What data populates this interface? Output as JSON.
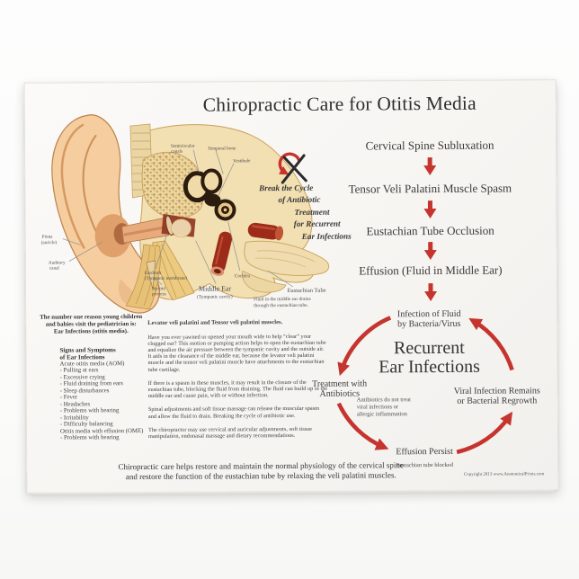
{
  "title": "Chiropractic Care for Otitis Media",
  "ear_diagram": {
    "labels": {
      "semicircular_canals": [
        "Semicircular",
        "canals"
      ],
      "temporal_bone": "Temporal bone",
      "vestibule": "Vestibule",
      "pinna": [
        "Pinna",
        "(auricle)"
      ],
      "auditory_canal": [
        "Auditory",
        "canal"
      ],
      "eardrum": [
        "Eardrum",
        "(Tympanic membrane)"
      ],
      "styloid_process": [
        "Styloid",
        "process"
      ],
      "middle_ear": "Middle Ear",
      "middle_ear_sub": "(Tympanic cavity)",
      "cochlea": "Cochlea",
      "eustachian_tube": "Eustachian Tube",
      "eustachian_note": [
        "Fluid in the middle ear drains",
        "through the eustachian tube."
      ]
    }
  },
  "break_cycle": {
    "lines": [
      "Break the Cycle",
      "of Antibiotic",
      "Treatment",
      "for Recurrent",
      "Ear Infections"
    ]
  },
  "flowchart": {
    "steps": [
      "Cervical Spine Subluxation",
      "Tensor Veli Palatini Muscle Spasm",
      "Eustachian Tube Occlusion",
      "Effusion (Fluid in Middle Ear)"
    ]
  },
  "cycle": {
    "top": [
      "Infection of Fluid",
      "by Bacteria/Virus"
    ],
    "center": [
      "Recurrent",
      "Ear Infections"
    ],
    "left": [
      "Treatment with",
      "Antibiotics"
    ],
    "left_note": [
      "Antibiotics do not treat",
      "viral infections or",
      "allergic inflammation"
    ],
    "right": [
      "Viral Infection Remains",
      "or Bacterial Regrowth"
    ],
    "bottom": "Effusion Persist",
    "bottom_note": "Eustachian tube blocked"
  },
  "left_column": {
    "intro": [
      "The number one reason young children",
      "and babies visit the pediatrician is:",
      "Ear Infections (otitis media)."
    ],
    "heading": [
      "Signs and Symptoms",
      "of Ear Infections"
    ],
    "items": [
      "Acute otitis media (AOM)",
      "- Pulling at ears",
      "- Excessive crying",
      "- Fluid draining from ears",
      "- Sleep disturbances",
      "- Fever",
      "- Headaches",
      "- Problems with hearing",
      "- Irritability",
      "- Difficulty balancing",
      "Otitis media with effusion (OME)",
      "- Problems with hearing"
    ]
  },
  "middle_column": {
    "heading": "Levator veli palatini and Tensor veli palatini muscles.",
    "paragraphs": [
      "Have you ever yawned or opened your mouth wide to help “clear” your clogged ear? This motion or pumping action helps to open the eustachian tube and equalize the air pressure between the tympanic cavity and the outside air. It aids in the clearance of the middle ear, because the levator veli palatini muscle and the tensor veli palatini muscle have attachments to the eustachian tube cartilage.",
      "If there is a spasm in these muscles, it may result in the closure of the eustachian tube, blocking the fluid from draining. The fluid can build up in the middle ear and cause pain, with or without infection.",
      "Spinal adjustments and soft tissue massage can release the muscular spasm and allow the fluid to drain. Breaking the cycle of antibiotic use.",
      "The chiropractor may use cervical and auricular adjustments, soft tissue manipulation, endonasal massage and dietary recommendations."
    ]
  },
  "footer": [
    "Chiropractic care helps restore and maintain the normal physiology of the cervical spine",
    "and restore the function of the eustachian tube by relaxing the veli palatini muscles."
  ],
  "copyright": "Copyright 2013 www.AnatomicalPrints.com",
  "icons": {
    "no_antibiotics": "crossed-circular-arrow",
    "flow_arrow": "red-down-arrow",
    "cycle_arrow": "red-curved-arrow"
  },
  "colors": {
    "accent_red": "#c5342e",
    "text": "#3c3c3c",
    "poster_bg": "#f7f5f2",
    "bone_cream": "#f2dfb2",
    "inner_ear_dark": "#2c1c0f",
    "tube_red": "#9c2b1a"
  }
}
